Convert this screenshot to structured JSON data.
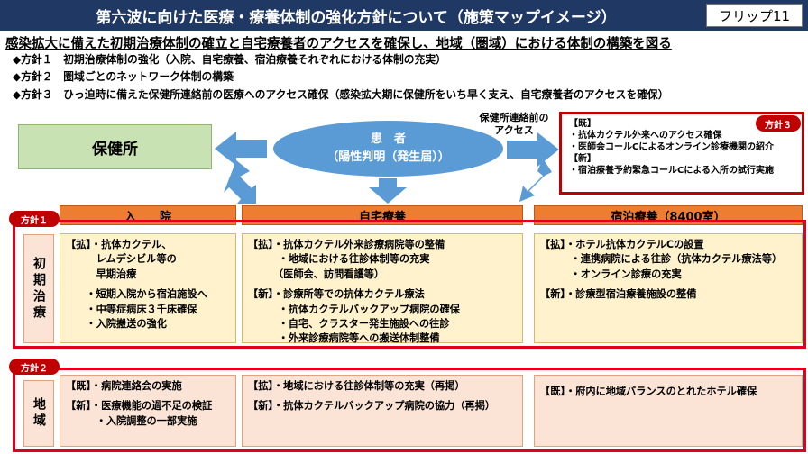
{
  "header": {
    "title": "第六波に向けた医療・療養体制の強化方針について（施策マップイメージ）",
    "flip_label": "フリップ11"
  },
  "headline": "感染拡大に備えた初期治療体制の確立と自宅療養者のアクセスを確保し、地域（圏域）における体制の構築を図る",
  "policies": [
    "◆方針１　初期治療体制の強化（入院、自宅療養、宿泊療養それぞれにおける体制の充実）",
    "◆方針２　圏域ごとのネットワーク体制の構築",
    "◆方針３　ひっ迫時に備えた保健所連絡前の医療へのアクセス確保（感染拡大期に保健所をいち早く支え、自宅療養者のアクセスを確保）"
  ],
  "diagram": {
    "hokenjo": "保健所",
    "patient_line1": "患　者",
    "patient_line2": "（陽性判明（発生届））",
    "access_label": "保健所連絡前の\nアクセス",
    "badge3": "方針３",
    "right_box_lines": [
      "【既】",
      "・抗体カクテル外来へのアクセス確保",
      "・医師会コールCによるオンライン診療機関の紹介",
      "【新】",
      "・宿泊療養予約緊急コールCによる入所の試行実施"
    ]
  },
  "columns": [
    "入　　院",
    "自宅療養",
    "宿泊療養（8400室）"
  ],
  "rows": {
    "initial": {
      "badge": "方針１",
      "label": "初期治療",
      "hospital": [
        "【拡】・抗体カクテル、",
        "　　　レムデシビル等の",
        "　　　早期治療",
        "",
        "　　・短期入院から宿泊施設へ",
        "　　・中等症病床３千床確保",
        "　　・入院搬送の強化"
      ],
      "home": [
        "【拡】・抗体カクテル外来診療病院等の整備",
        "　　　・地域における往診体制等の充実",
        "　　　（医師会、訪問看護等）",
        "",
        "【新】・診療所等での抗体カクテル療法",
        "　　　・抗体カクテルバックアップ病院の確保",
        "　　　・自宅、クラスター発生施設への往診",
        "　　　・外来診療病院等への搬送体制整備"
      ],
      "hotel": [
        "【拡】・ホテル抗体カクテルCの設置",
        "　　　・連携病院による往診（抗体カクテル療法等）",
        "　　　・オンライン診療の充実",
        "",
        "【新】・診療型宿泊療養施設の整備"
      ]
    },
    "region": {
      "badge": "方針２",
      "label": "地域",
      "hospital": [
        "【既】・病院連絡会の実施",
        "",
        "【新】・医療機能の過不足の検証",
        "　　　・入院調整の一部実施"
      ],
      "home": [
        "【拡】・地域における往診体制等の充実（再掲）",
        "",
        "【新】・抗体カクテルバックアップ病院の協力（再掲）"
      ],
      "hotel": [
        "【既】・府内に地域バランスのとれたホテル確保"
      ]
    }
  },
  "colors": {
    "title_bg": "#1f3864",
    "accent_red": "#c00000",
    "header_orange": "#ed7d31",
    "patient_blue": "#5b9bd5",
    "hokenjo_green": "#c9e2b3"
  }
}
